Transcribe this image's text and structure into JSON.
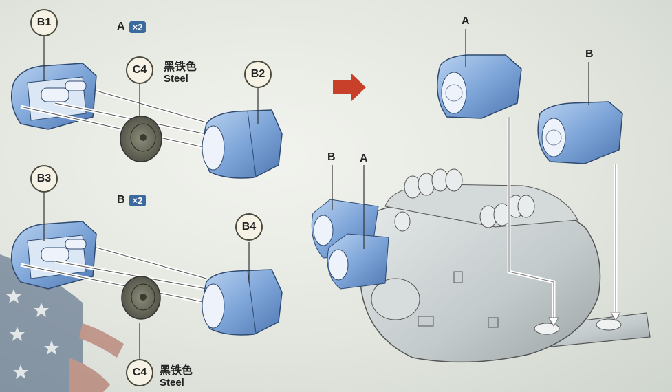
{
  "step_left": {
    "part_a": {
      "callout_b1": "B1",
      "callout_b2": "B2",
      "callout_c4": "C4",
      "qty_letter": "A",
      "qty_badge": "×2",
      "color_cn": "黑铁色",
      "color_en": "Steel"
    },
    "part_b": {
      "callout_b3": "B3",
      "callout_b4": "B4",
      "callout_c4": "C4",
      "qty_letter": "B",
      "qty_badge": "×2",
      "color_cn": "黑铁色",
      "color_en": "Steel"
    }
  },
  "step_right": {
    "engine_a_label": "A",
    "engine_b_label": "B",
    "mounted_b_label": "B",
    "mounted_a_label": "A"
  },
  "colors": {
    "part_blue": "#7fa6d9",
    "part_gray": "#c9cfcf",
    "wheel_dark": "#6e6f5f",
    "arrow_red": "#c8402a",
    "callout_fill": "#f6f3e6"
  }
}
